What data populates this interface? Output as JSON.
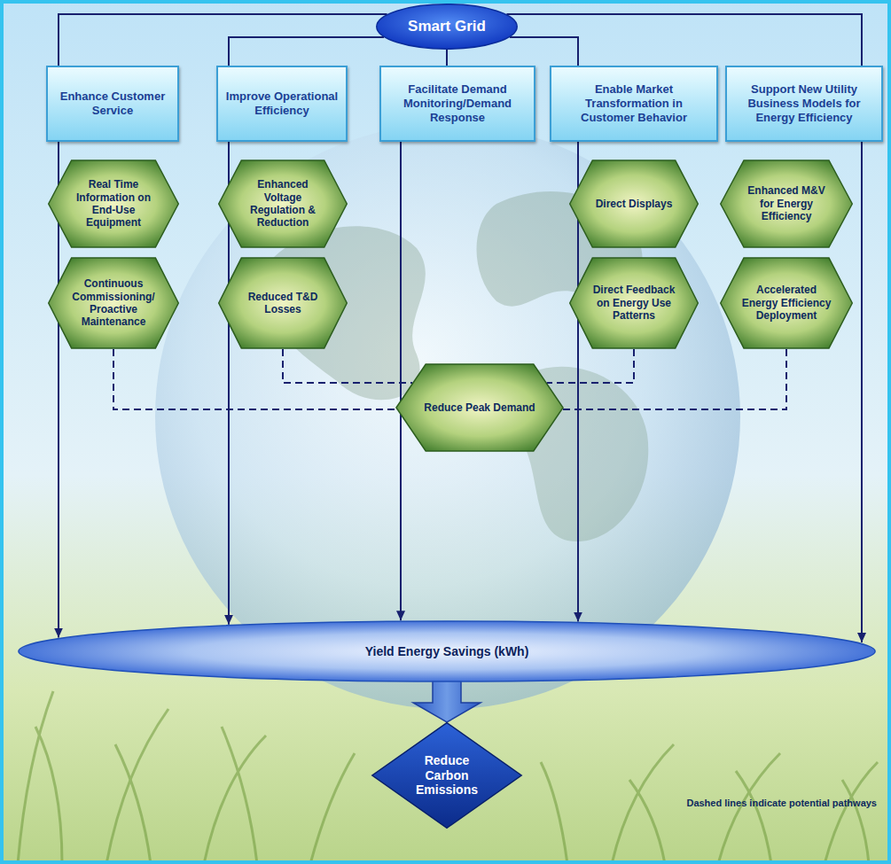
{
  "diagram": {
    "nodes": [
      {
        "text": [
          "Smart Grid"
        ]
      },
      {
        "text": [
          "Enhance Customer Service"
        ]
      },
      {
        "text": [
          "Improve Operational Efficiency"
        ]
      },
      {
        "text": [
          "Facilitate Demand Monitoring/Demand Response"
        ]
      },
      {
        "text": [
          "Enable Market Transformation in Customer Behavior"
        ]
      },
      {
        "text": [
          "Support New Utility Business Models for Energy Efficiency"
        ]
      },
      {
        "text": [
          "Real Time Information on End-Use Equipment"
        ]
      },
      {
        "text": [
          "Enhanced Voltage Regulation & Reduction"
        ]
      },
      {
        "text": [
          "Direct Displays"
        ]
      },
      {
        "text": [
          "Enhanced M&V for Energy Efficiency"
        ]
      },
      {
        "text": [
          "Continuous Commissioning/ Proactive Maintenance"
        ]
      },
      {
        "text": [
          "Reduced T&D Losses"
        ]
      },
      {
        "text": [
          "Direct Feedback on Energy Use Patterns"
        ]
      },
      {
        "text": [
          "Accelerated Energy Efficiency Deployment"
        ]
      },
      {
        "text": [
          "Reduce Peak Demand"
        ]
      },
      {
        "text": [
          "Yield Energy Savings (kWh)"
        ]
      },
      {
        "text": [
          "Reduce Carbon Emissions"
        ]
      }
    ],
    "edges": [
      {
        "from": 0,
        "to": 1,
        "arrow": "none"
      },
      {
        "from": 0,
        "to": 2,
        "arrow": "none"
      },
      {
        "from": 0,
        "to": 3,
        "arrow": "none"
      },
      {
        "from": 0,
        "to": 4,
        "arrow": "none"
      },
      {
        "from": 0,
        "to": 5,
        "arrow": "none"
      },
      {
        "from": 1,
        "to": 15,
        "arrow": "to"
      },
      {
        "from": 2,
        "to": 15,
        "arrow": "to"
      },
      {
        "from": 3,
        "to": 15,
        "arrow": "to"
      },
      {
        "from": 4,
        "to": 15,
        "arrow": "to"
      },
      {
        "from": 5,
        "to": 15,
        "arrow": "to"
      },
      {
        "from": 10,
        "to": 14,
        "arrow": "none"
      },
      {
        "from": 11,
        "to": 14,
        "arrow": "none"
      },
      {
        "from": 12,
        "to": 14,
        "arrow": "none"
      },
      {
        "from": 13,
        "to": 14,
        "arrow": "none"
      },
      {
        "from": 15,
        "to": 16,
        "arrow": "to"
      }
    ],
    "labels": [
      "Dashed lines indicate potential pathways"
    ]
  }
}
